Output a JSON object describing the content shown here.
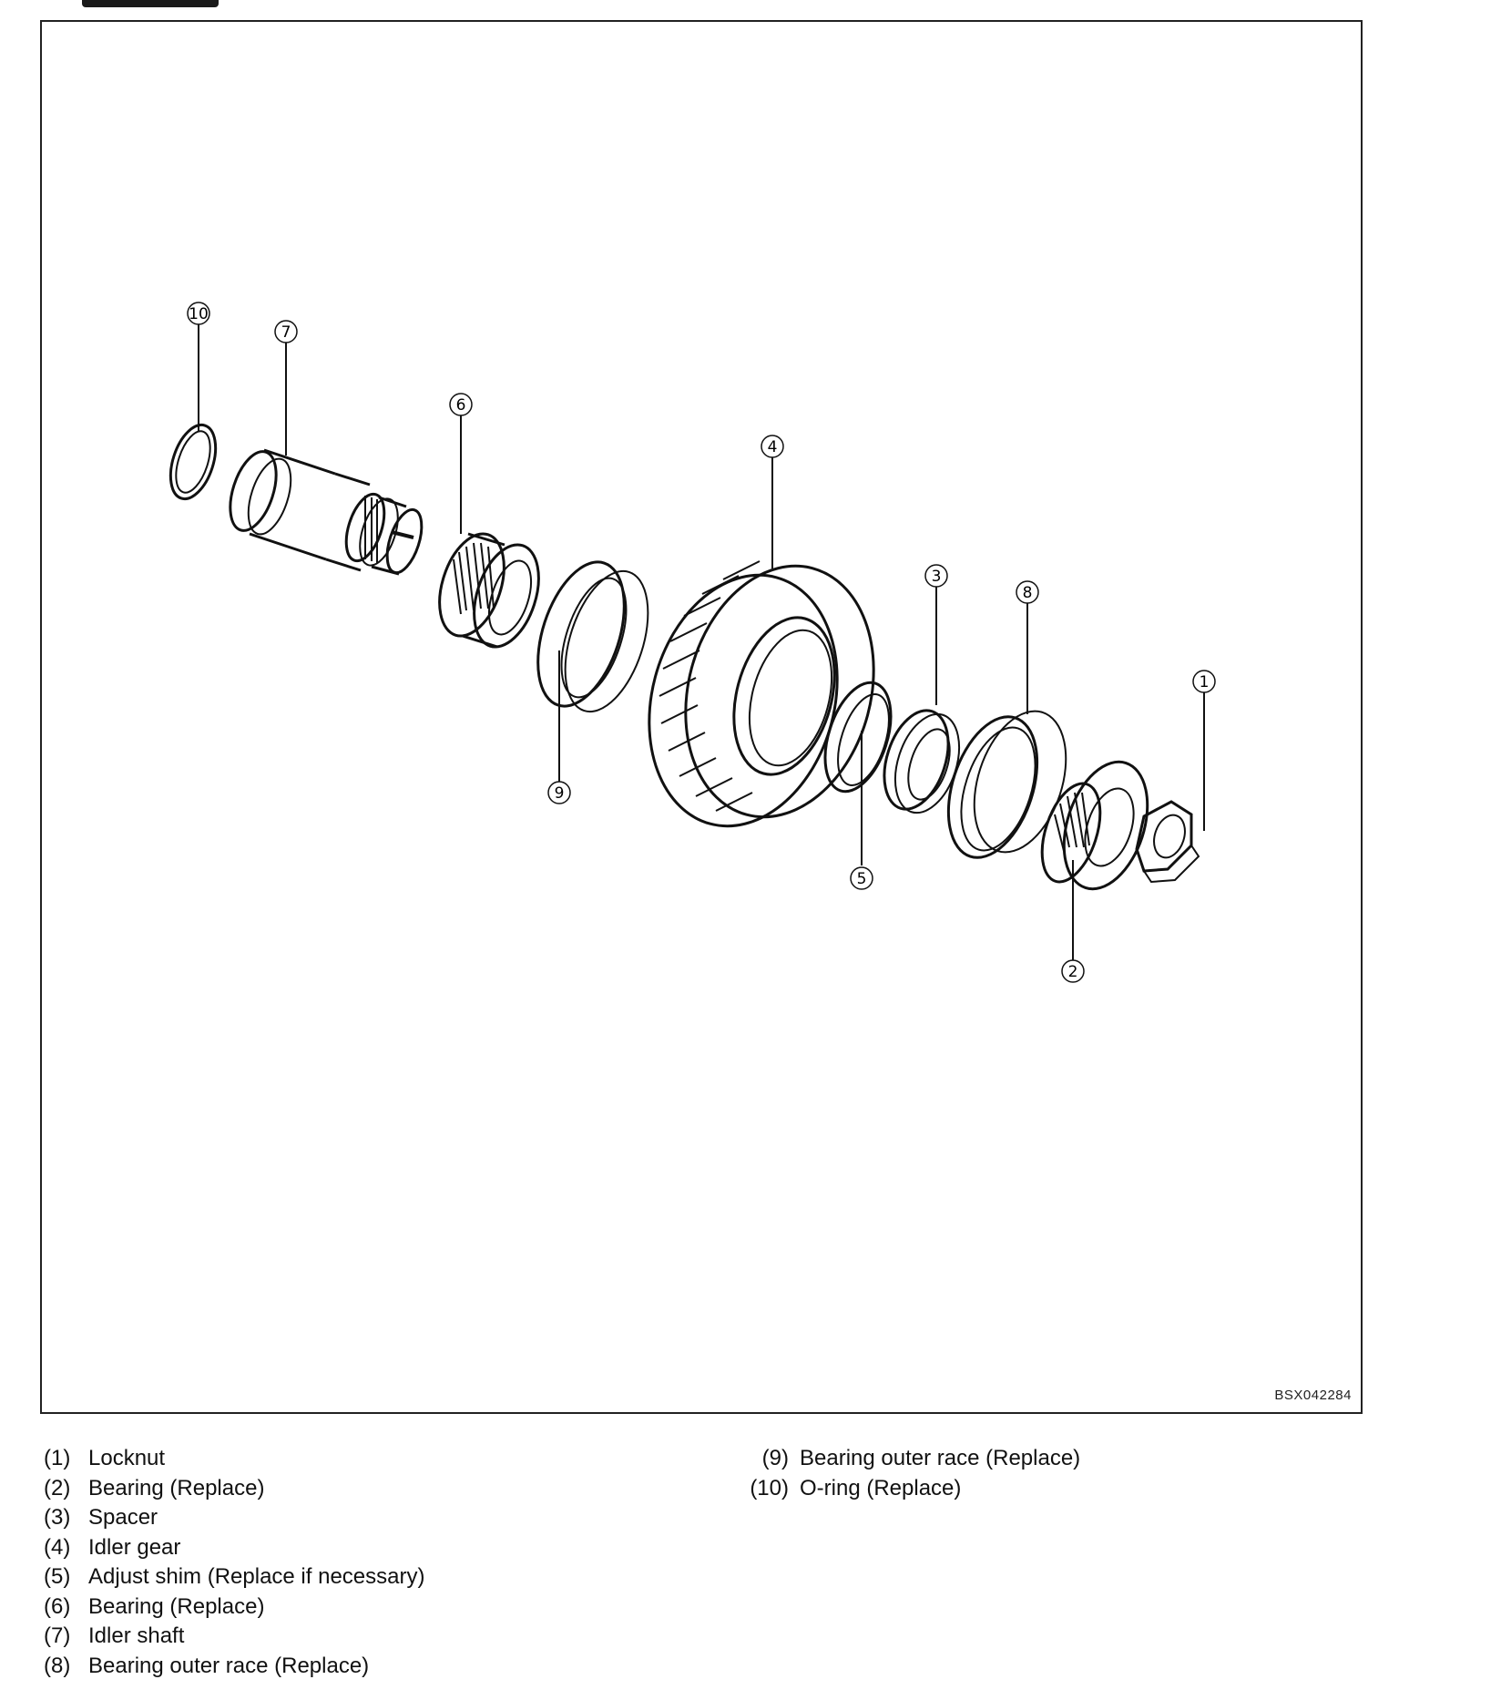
{
  "figure": {
    "code": "BSX042284",
    "callouts": [
      "1",
      "2",
      "3",
      "4",
      "5",
      "6",
      "7",
      "8",
      "9",
      "10"
    ]
  },
  "legend": {
    "left": [
      {
        "num": "(1)",
        "text": "Locknut"
      },
      {
        "num": "(2)",
        "text": "Bearing (Replace)"
      },
      {
        "num": "(3)",
        "text": "Spacer"
      },
      {
        "num": "(4)",
        "text": "Idler gear"
      },
      {
        "num": "(5)",
        "text": "Adjust shim (Replace if necessary)"
      },
      {
        "num": "(6)",
        "text": "Bearing (Replace)"
      },
      {
        "num": "(7)",
        "text": "Idler shaft"
      },
      {
        "num": "(8)",
        "text": "Bearing outer race (Replace)"
      }
    ],
    "right": [
      {
        "num": "(9)",
        "text": "Bearing outer race (Replace)"
      },
      {
        "num": "(10)",
        "text": "O-ring (Replace)"
      }
    ]
  }
}
